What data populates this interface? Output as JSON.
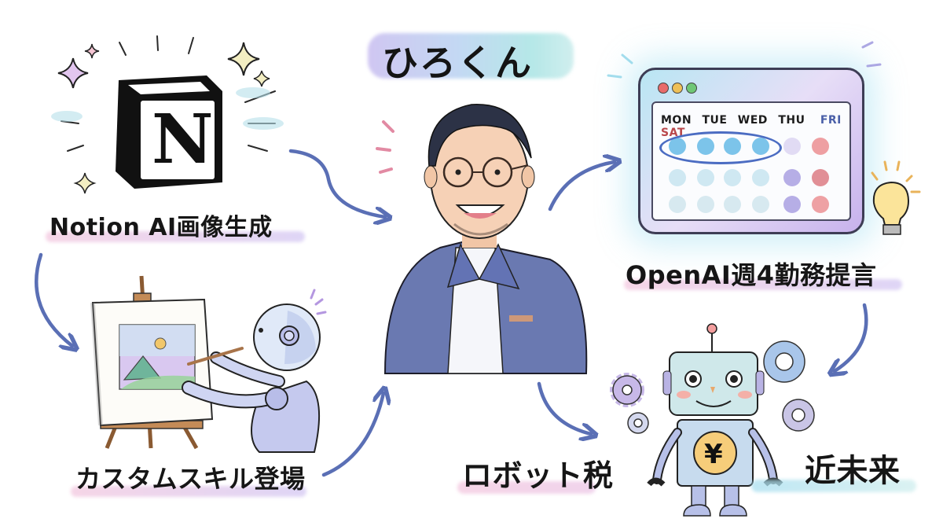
{
  "title": "ひろくん",
  "topics": {
    "notion": {
      "label": "Notion AI画像生成",
      "logo_letter": "N"
    },
    "custom_skill": {
      "label": "カスタムスキル登場"
    },
    "openai": {
      "label": "OpenAI週4勤務提言"
    },
    "robot_tax": {
      "label": "ロボット税"
    },
    "near_future": {
      "label": "近未来"
    }
  },
  "calendar": {
    "days": [
      "MON",
      "TUE",
      "WED",
      "THU",
      "FRI",
      "SAT"
    ],
    "day_colors": [
      "#1d1d1d",
      "#1d1d1d",
      "#1d1d1d",
      "#1d1d1d",
      "#4a5fa8",
      "#b9474a"
    ],
    "window_dots": [
      "#e86b6b",
      "#eec058",
      "#6fc776"
    ],
    "rows": 3,
    "highlighted_days": [
      "MON",
      "TUE",
      "WED",
      "THU"
    ]
  },
  "robot": {
    "chest_symbol": "¥"
  },
  "colors": {
    "arrow": "#5a6fb5",
    "ink": "#161616",
    "wash_pink": "#f1c6df",
    "wash_lavender": "#cfc4f2",
    "wash_teal": "#aee3e6"
  }
}
